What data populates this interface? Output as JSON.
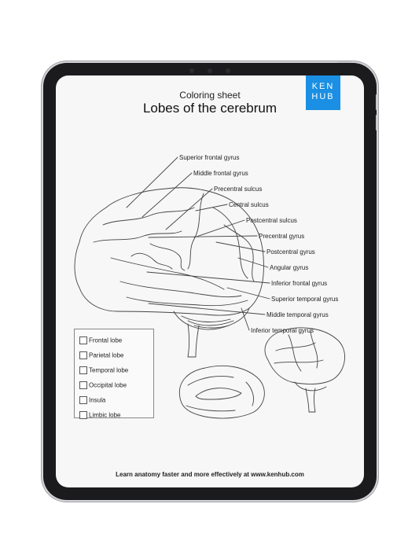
{
  "sheet": {
    "subtitle": "Coloring sheet",
    "title": "Lobes of the cerebrum",
    "logo_line1": "KEN",
    "logo_line2": "HUB",
    "brand_color": "#1a8fe3"
  },
  "labels": [
    "Superior frontal gyrus",
    "Middle frontal gyrus",
    "Precentral sulcus",
    "Central sulcus",
    "Postcentral sulcus",
    "Precentral gyrus",
    "Postcentral gyrus",
    "Angular gyrus",
    "Inferior frontal gyrus",
    "Superior temporal gyrus",
    "Middle temporal gyrus",
    "Inferior temporal gyrus"
  ],
  "legend": [
    "Frontal lobe",
    "Parietal lobe",
    "Temporal lobe",
    "Occipital lobe",
    "Insula",
    "Limbic lobe"
  ],
  "footer": "Learn anatomy faster and more effectively at www.kenhub.com"
}
